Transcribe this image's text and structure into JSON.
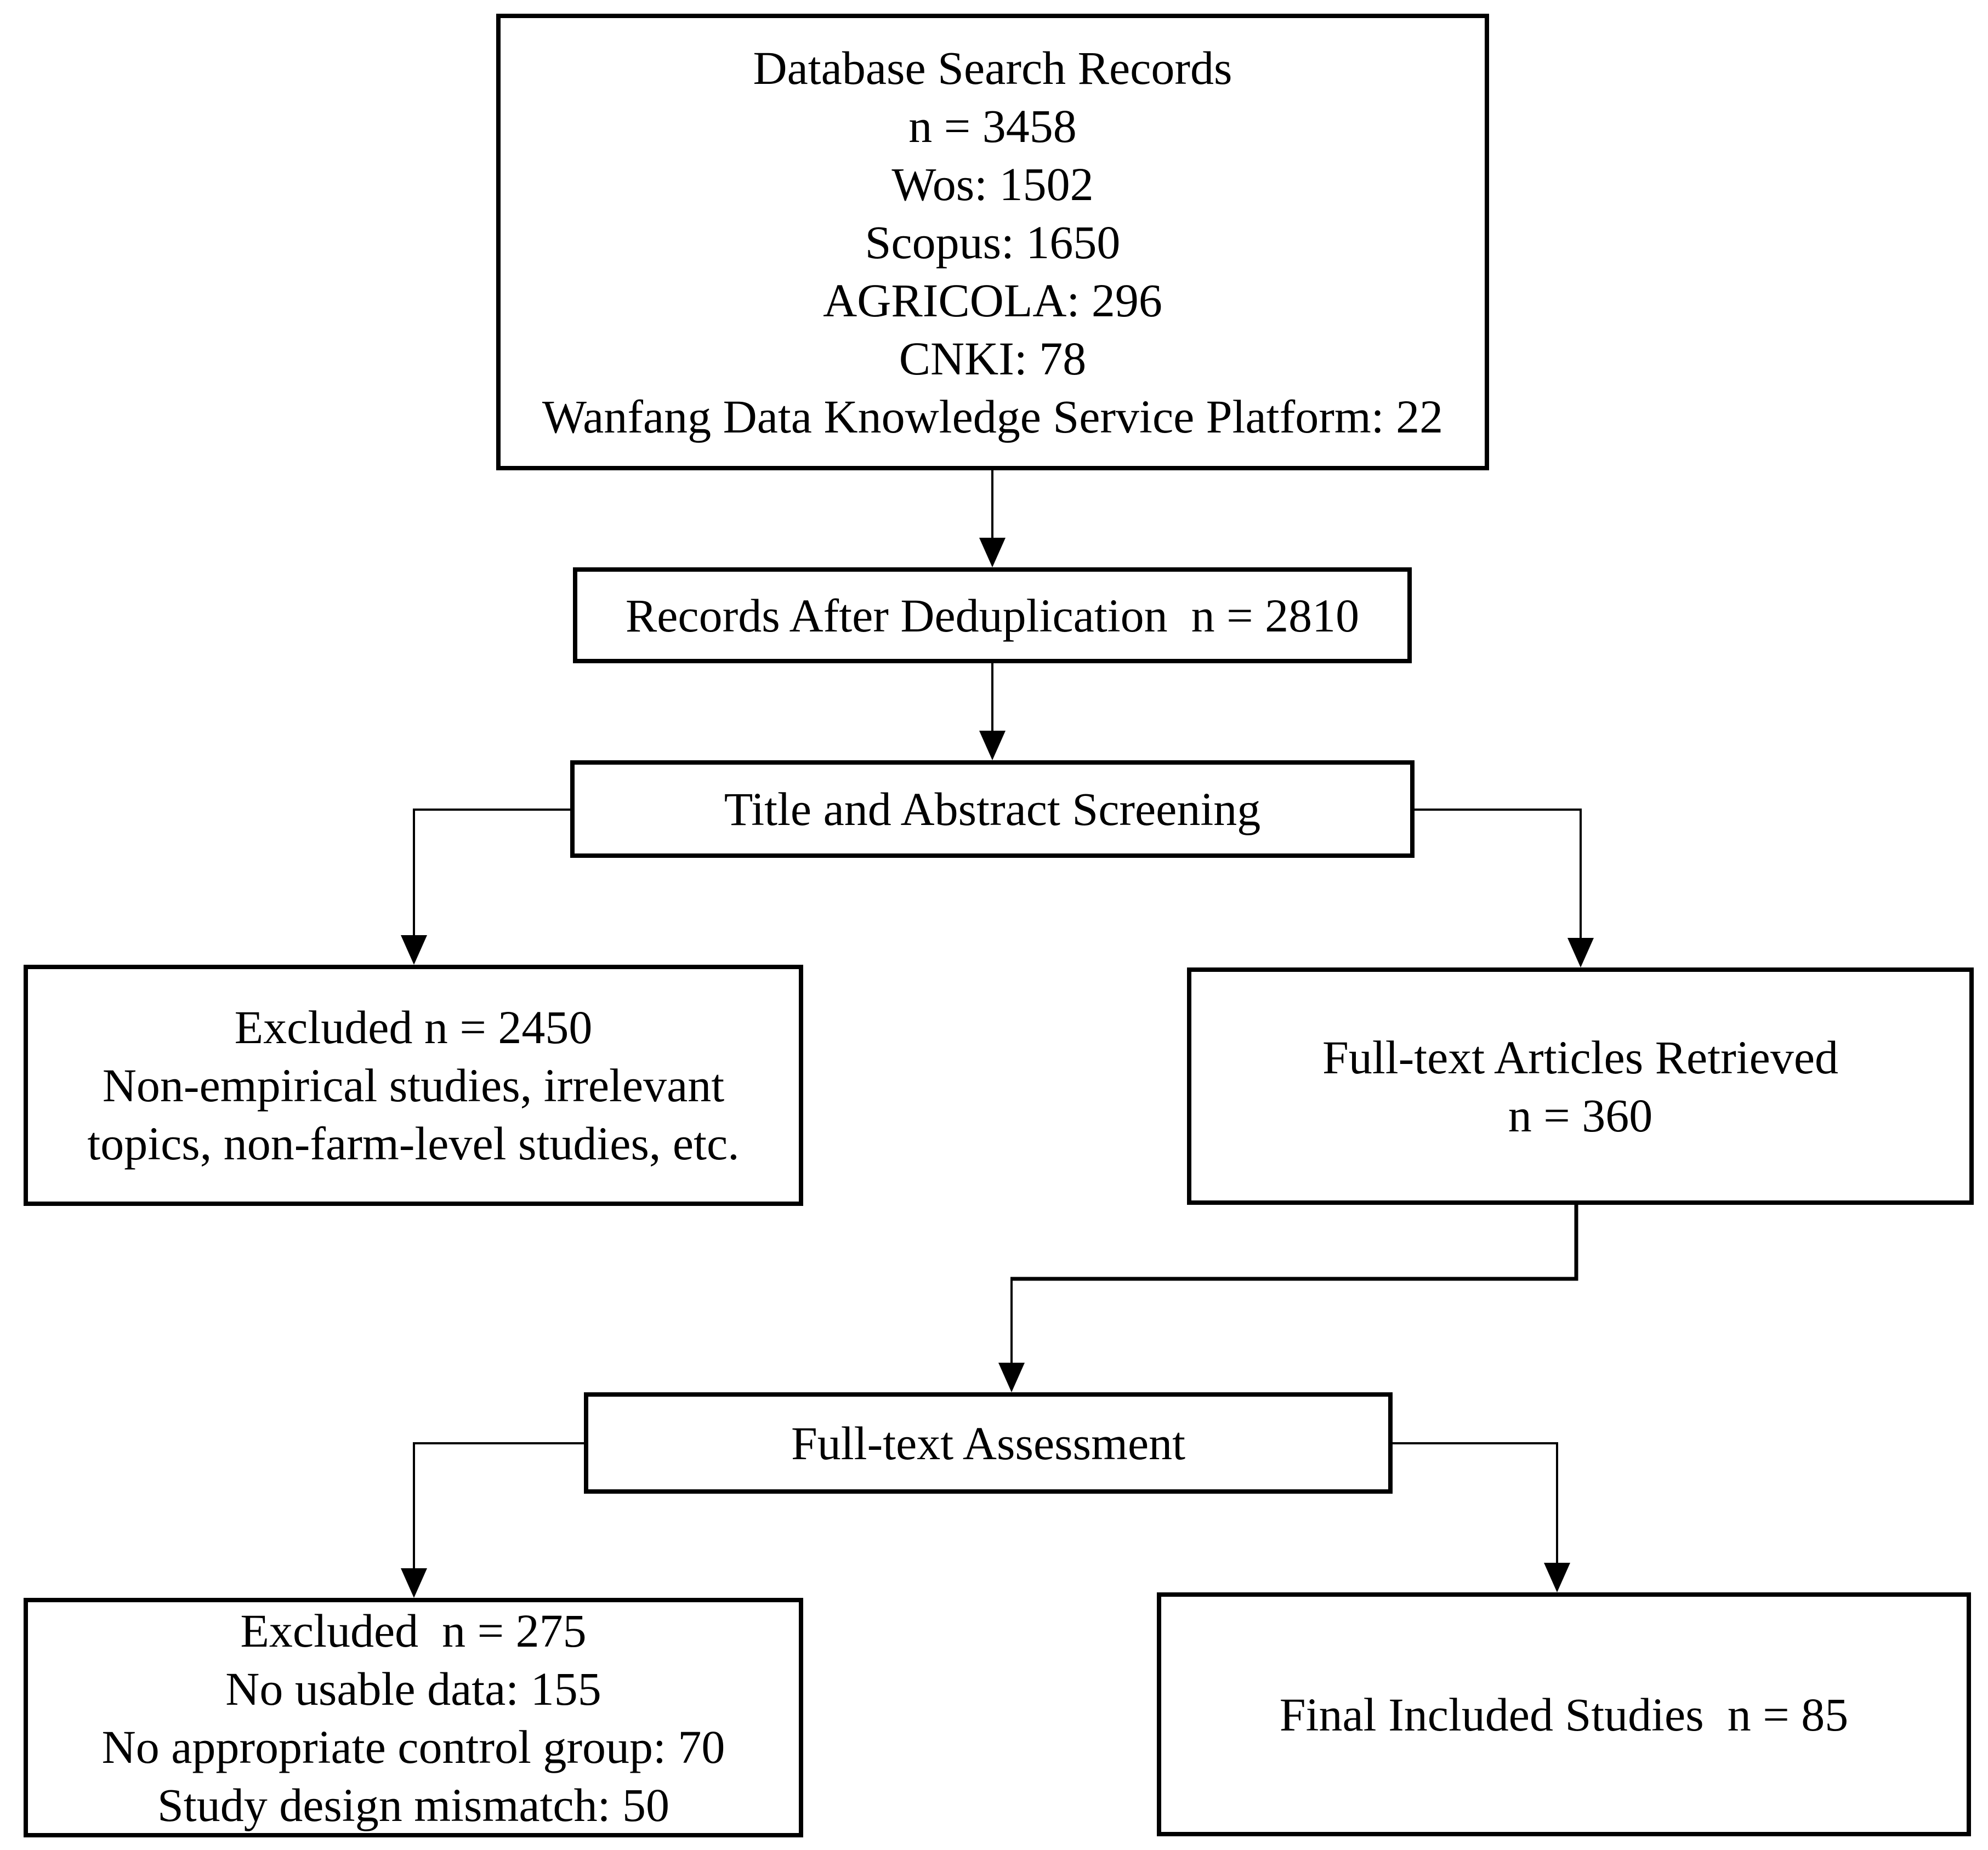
{
  "boxes": {
    "database_search": {
      "lines": [
        "Database Search Records",
        "n = 3458",
        "Wos: 1502",
        "Scopus: 1650",
        "AGRICOLA: 296",
        "CNKI: 78",
        "Wanfang Data Knowledge Service Platform: 22"
      ]
    },
    "deduplication": {
      "lines": [
        "Records After Deduplication  n = 2810"
      ]
    },
    "screening": {
      "lines": [
        "Title and Abstract Screening"
      ]
    },
    "excluded_screening": {
      "lines": [
        "Excluded n = 2450",
        "Non-empirical studies, irrelevant",
        "topics, non-farm-level studies, etc."
      ]
    },
    "fulltext_retrieved": {
      "lines": [
        "Full-text Articles Retrieved",
        "n = 360"
      ]
    },
    "fulltext_assessment": {
      "lines": [
        "Full-text Assessment"
      ]
    },
    "excluded_fulltext": {
      "lines": [
        "Excluded  n = 275",
        "No usable data: 155",
        "No appropriate control group: 70",
        "Study design mismatch: 50"
      ]
    },
    "final_included": {
      "lines": [
        "Final Included Studies  n = 85"
      ]
    }
  },
  "colors": {
    "background": "#ffffff",
    "box_fill": "#ffffff",
    "box_border": "#000000",
    "connector_line": "#000000",
    "text": "#000000"
  }
}
